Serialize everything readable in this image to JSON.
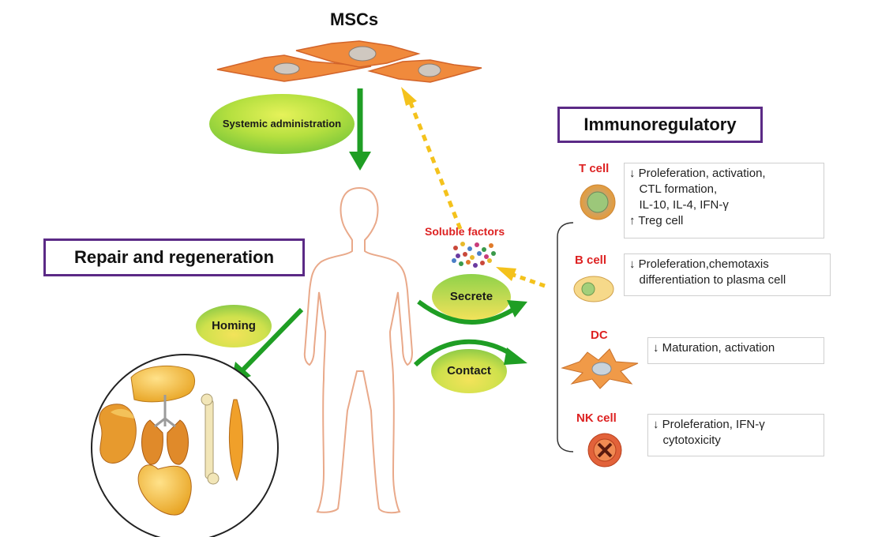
{
  "title": "MSCs",
  "systemic_label": "Systemic administration",
  "repair_title": "Repair and regeneration",
  "immuno_title": "Immunoregulatory",
  "homing_label": "Homing",
  "soluble_label": "Soluble factors",
  "secrete_label": "Secrete",
  "contact_label": "Contact",
  "cells": [
    {
      "name": "T cell",
      "effects": [
        "↓ Proleferation, activation,",
        "   CTL formation,",
        "   IL-10, IL-4, IFN-γ",
        "↑ Treg cell"
      ]
    },
    {
      "name": "B cell",
      "effects": [
        "↓ Proleferation,chemotaxis",
        "   differentiation to plasma cell"
      ]
    },
    {
      "name": "DC",
      "effects": [
        "↓ Maturation, activation"
      ]
    },
    {
      "name": "NK cell",
      "effects": [
        "↓ Proleferation, IFN-γ",
        "   cytotoxicity"
      ]
    }
  ],
  "colors": {
    "msc_fill": "#f08a3c",
    "msc_stroke": "#d2642a",
    "green_arrow": "#1f9e24",
    "dashed_arrow": "#f4c21c",
    "box_border": "#5b2a86",
    "cell_label": "#dd2222"
  }
}
